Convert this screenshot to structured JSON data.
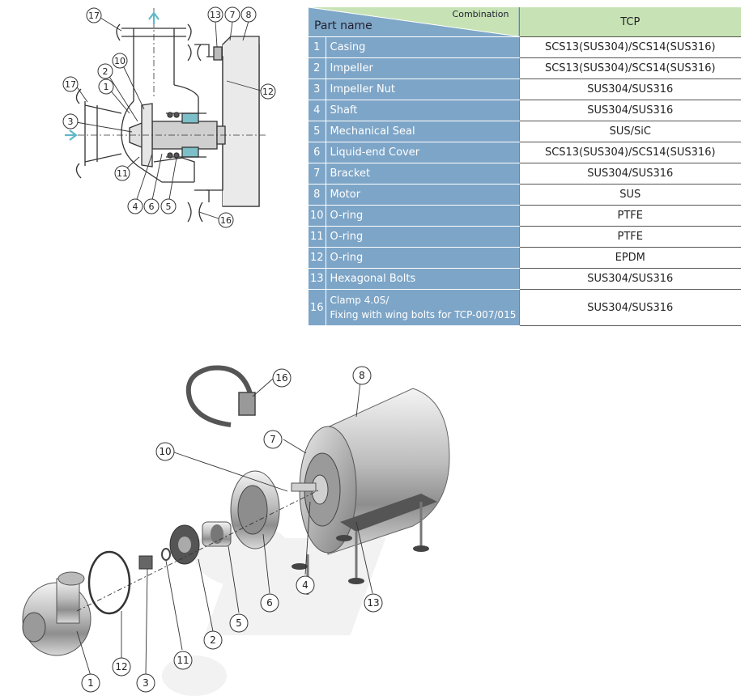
{
  "table": {
    "header": {
      "combination": "Combination",
      "part_name": "Part name",
      "model": "TCP"
    },
    "rows": [
      {
        "no": "1",
        "name": "Casing",
        "material": "SCS13(SUS304)/SCS14(SUS316)"
      },
      {
        "no": "2",
        "name": "Impeller",
        "material": "SCS13(SUS304)/SCS14(SUS316)"
      },
      {
        "no": "3",
        "name": "Impeller Nut",
        "material": "SUS304/SUS316"
      },
      {
        "no": "4",
        "name": "Shaft",
        "material": "SUS304/SUS316"
      },
      {
        "no": "5",
        "name": "Mechanical Seal",
        "material": "SUS/SiC"
      },
      {
        "no": "6",
        "name": "Liquid-end Cover",
        "material": "SCS13(SUS304)/SCS14(SUS316)"
      },
      {
        "no": "7",
        "name": "Bracket",
        "material": "SUS304/SUS316"
      },
      {
        "no": "8",
        "name": "Motor",
        "material": "SUS"
      },
      {
        "no": "10",
        "name": "O-ring",
        "material": "PTFE"
      },
      {
        "no": "11",
        "name": "O-ring",
        "material": "PTFE"
      },
      {
        "no": "12",
        "name": "O-ring",
        "material": "EPDM"
      },
      {
        "no": "13",
        "name": "Hexagonal Bolts",
        "material": "SUS304/SUS316"
      }
    ],
    "last_row": {
      "no": "16",
      "name_line1": "Clamp 4.0S/",
      "name_line2": "Fixing with wing bolts for TCP-007/015",
      "material": "SUS304/SUS316"
    }
  },
  "section_callouts": {
    "c17a": "17",
    "c13": "13",
    "c7": "7",
    "c8": "8",
    "c10": "10",
    "c2": "2",
    "c1": "1",
    "c17b": "17",
    "c12": "12",
    "c3": "3",
    "c11": "11",
    "c4": "4",
    "c6": "6",
    "c5": "5",
    "c16": "16"
  },
  "exploded_callouts": {
    "c16": "16",
    "c8": "8",
    "c7": "7",
    "c10": "10",
    "c4": "4",
    "c13": "13",
    "c6": "6",
    "c5": "5",
    "c2": "2",
    "c11": "11",
    "c12": "12",
    "c3": "3",
    "c1": "1"
  },
  "colors": {
    "table_blue": "#7da5c7",
    "header_green": "#c7e3b5",
    "flow_arrow": "#5fb8c8"
  }
}
